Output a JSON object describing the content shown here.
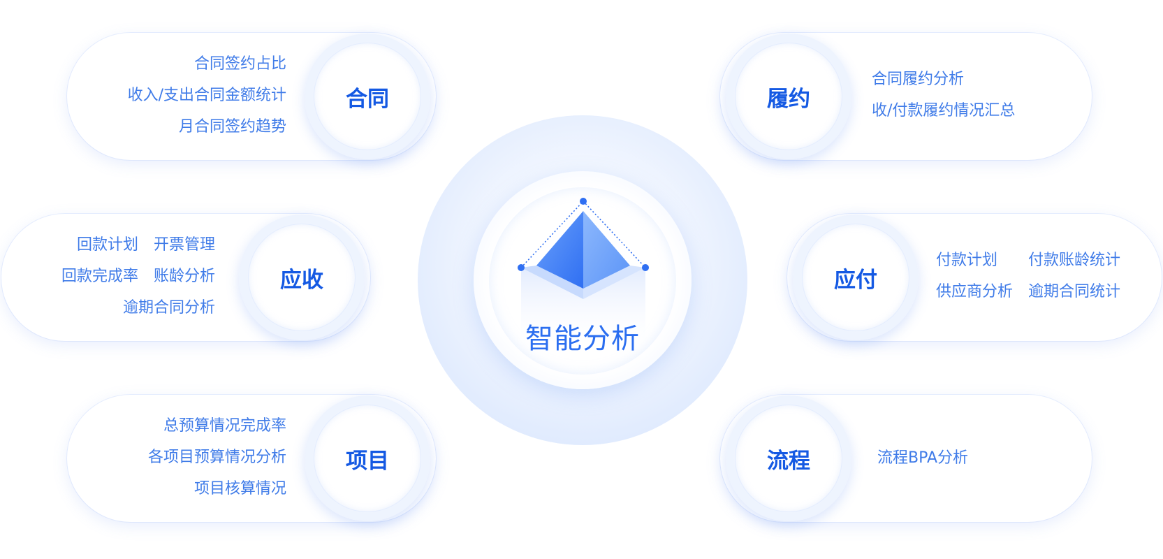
{
  "center": {
    "title": "智能分析"
  },
  "cards": {
    "contract": {
      "title": "合同",
      "items": [
        "合同签约占比",
        "收入/支出合同金额统计",
        "月合同签约趋势"
      ]
    },
    "fulfillment": {
      "title": "履约",
      "items": [
        "合同履约分析",
        "收/付款履约情况汇总"
      ]
    },
    "receivable": {
      "title": "应收",
      "items": [
        "回款计划",
        "开票管理",
        "回款完成率",
        "账龄分析",
        "逾期合同分析"
      ]
    },
    "payable": {
      "title": "应付",
      "items": [
        "付款计划",
        "付款账龄统计",
        "供应商分析",
        "逾期合同统计"
      ]
    },
    "project": {
      "title": "项目",
      "items": [
        "总预算情况完成率",
        "各项目预算情况分析",
        "项目核算情况"
      ]
    },
    "process": {
      "title": "流程",
      "items": [
        "流程BPA分析"
      ]
    }
  },
  "colors": {
    "accent": "#1459e3",
    "item_text": "#3f7be8",
    "center_text": "#2b6ef0"
  }
}
